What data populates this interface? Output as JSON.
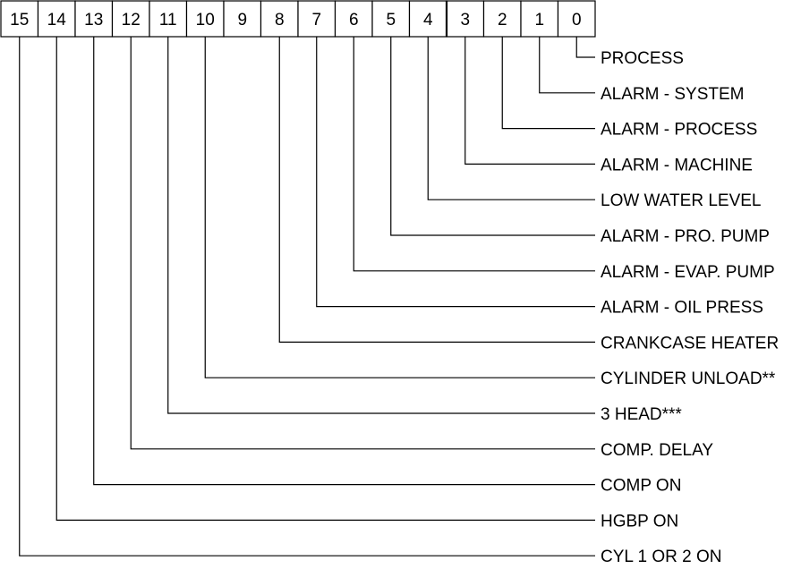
{
  "register": {
    "bits": [
      "15",
      "14",
      "13",
      "12",
      "11",
      "10",
      "9",
      "8",
      "7",
      "6",
      "5",
      "4",
      "3",
      "2",
      "1",
      "0"
    ],
    "descriptions": [
      {
        "bit": "0",
        "label": "PROCESS"
      },
      {
        "bit": "1",
        "label": "ALARM - SYSTEM"
      },
      {
        "bit": "2",
        "label": "ALARM - PROCESS"
      },
      {
        "bit": "3",
        "label": "ALARM - MACHINE"
      },
      {
        "bit": "4",
        "label": "LOW WATER LEVEL"
      },
      {
        "bit": "5",
        "label": "ALARM - PRO. PUMP"
      },
      {
        "bit": "6",
        "label": "ALARM - EVAP. PUMP"
      },
      {
        "bit": "7",
        "label": "ALARM - OIL PRESS"
      },
      {
        "bit": "8",
        "label": "CRANKCASE HEATER"
      },
      {
        "bit": "10",
        "label": "CYLINDER UNLOAD**"
      },
      {
        "bit": "11",
        "label": "3 HEAD***"
      },
      {
        "bit": "12",
        "label": "COMP. DELAY"
      },
      {
        "bit": "13",
        "label": "COMP ON"
      },
      {
        "bit": "14",
        "label": "HGBP ON"
      },
      {
        "bit": "15",
        "label": "CYL 1 OR 2 ON"
      }
    ]
  }
}
